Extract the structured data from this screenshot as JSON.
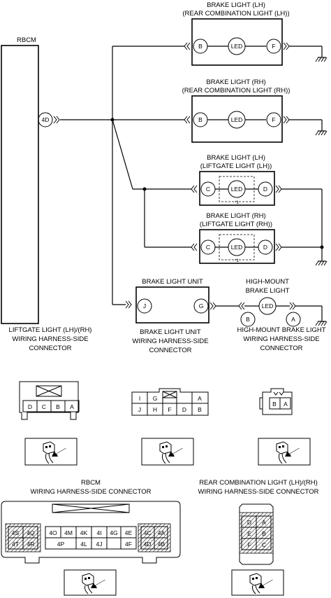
{
  "module": {
    "name": "RBCM",
    "pin": "4D"
  },
  "lights": [
    {
      "title1": "BRAKE LIGHT (LH)",
      "title2": "(REAR COMBINATION LIGHT (LH))",
      "left_pin": "B",
      "center": "LED",
      "right_pin": "F"
    },
    {
      "title1": "BRAKE LIGHT (RH)",
      "title2": "(REAR COMBINATION LIGHT (RH))",
      "left_pin": "B",
      "center": "LED",
      "right_pin": "F"
    },
    {
      "title1": "BRAKE LIGHT (LH)",
      "title2": "(LIFTGATE LIGHT (LH))",
      "left_pin": "C",
      "center": "LED",
      "right_pin": "D",
      "note": "*1"
    },
    {
      "title1": "BRAKE LIGHT (RH)",
      "title2": "(LIFTGATE LIGHT (RH))",
      "left_pin": "C",
      "center": "LED",
      "right_pin": "D",
      "note": "*1"
    }
  ],
  "brake_unit": {
    "title": "BRAKE LIGHT UNIT",
    "left_pin": "J",
    "right_pin": "G"
  },
  "high_mount": {
    "title1": "HIGH-MOUNT",
    "title2": "BRAKE LIGHT",
    "center": "LED",
    "pin_b": "B",
    "pin_a": "A"
  },
  "connectors": {
    "liftgate": {
      "line1": "LIFTGATE LIGHT (LH)/(RH)",
      "line2": "WIRING HARNESS-SIDE",
      "line3": "CONNECTOR",
      "pins": [
        "D",
        "C",
        "B",
        "A"
      ]
    },
    "brake_unit": {
      "line1": "BRAKE LIGHT UNIT",
      "line2": "WIRING HARNESS-SIDE",
      "line3": "CONNECTOR",
      "top": [
        "I",
        "G",
        "",
        "A"
      ],
      "bottom": [
        "J",
        "H",
        "F",
        "D",
        "B"
      ]
    },
    "high_mount": {
      "line1": "HIGH-MOUNT BRAKE LIGHT",
      "line2": "WIRING HARNESS-SIDE",
      "line3": "CONNECTOR",
      "pins": [
        "B",
        "A"
      ]
    },
    "rbcm": {
      "line1": "RBCM",
      "line2": "WIRING HARNESS-SIDE CONNECTOR",
      "left_top": [
        "4S",
        "4Q"
      ],
      "left_bottom": [
        "4T",
        "4R"
      ],
      "mid_top": [
        "4O",
        "4M",
        "4K",
        "4I",
        "4G",
        "4E"
      ],
      "mid_bottom": [
        "4P",
        "4L",
        "4J",
        "4F"
      ],
      "right_top": [
        "4C",
        "4A"
      ],
      "right_bottom": [
        "4D",
        "4B"
      ]
    },
    "rear_combo": {
      "line1": "REAR COMBINATION LIGHT (LH)/(RH)",
      "line2": "WIRING HARNESS-SIDE CONNECTOR",
      "rows": [
        [
          "D",
          "A"
        ],
        [
          "E",
          "B"
        ],
        [
          "F",
          "C"
        ]
      ]
    }
  }
}
